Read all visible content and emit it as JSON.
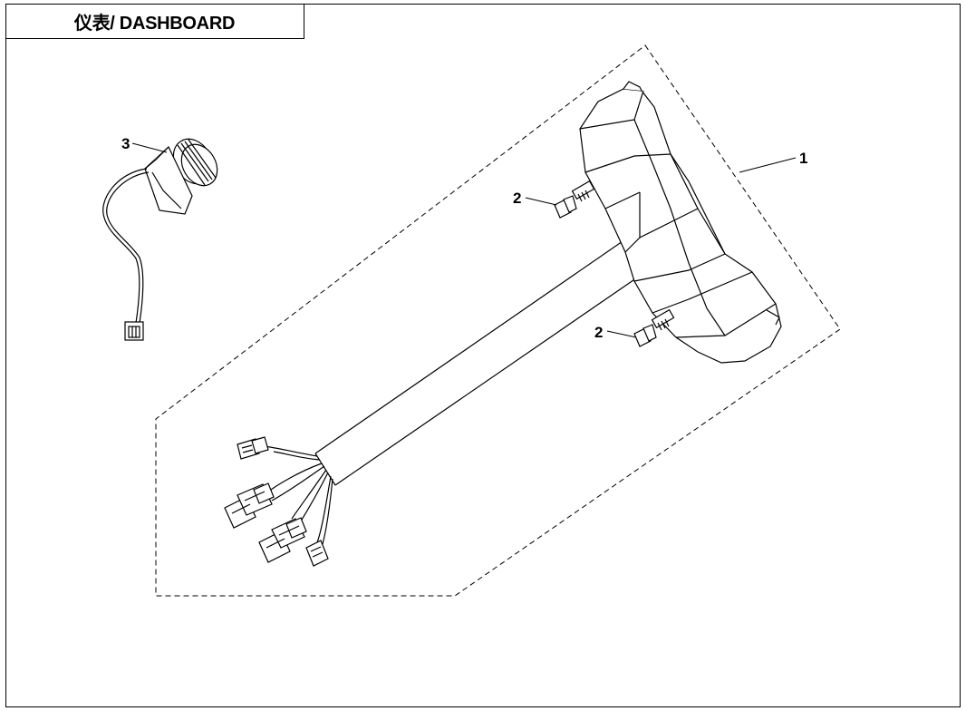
{
  "title": "仪表/ DASHBOARD",
  "callouts": {
    "dashboard": "1",
    "bolt_upper": "2",
    "bolt_lower": "2",
    "ignition_switch": "3"
  },
  "colors": {
    "line": "#000000",
    "background": "#ffffff"
  }
}
